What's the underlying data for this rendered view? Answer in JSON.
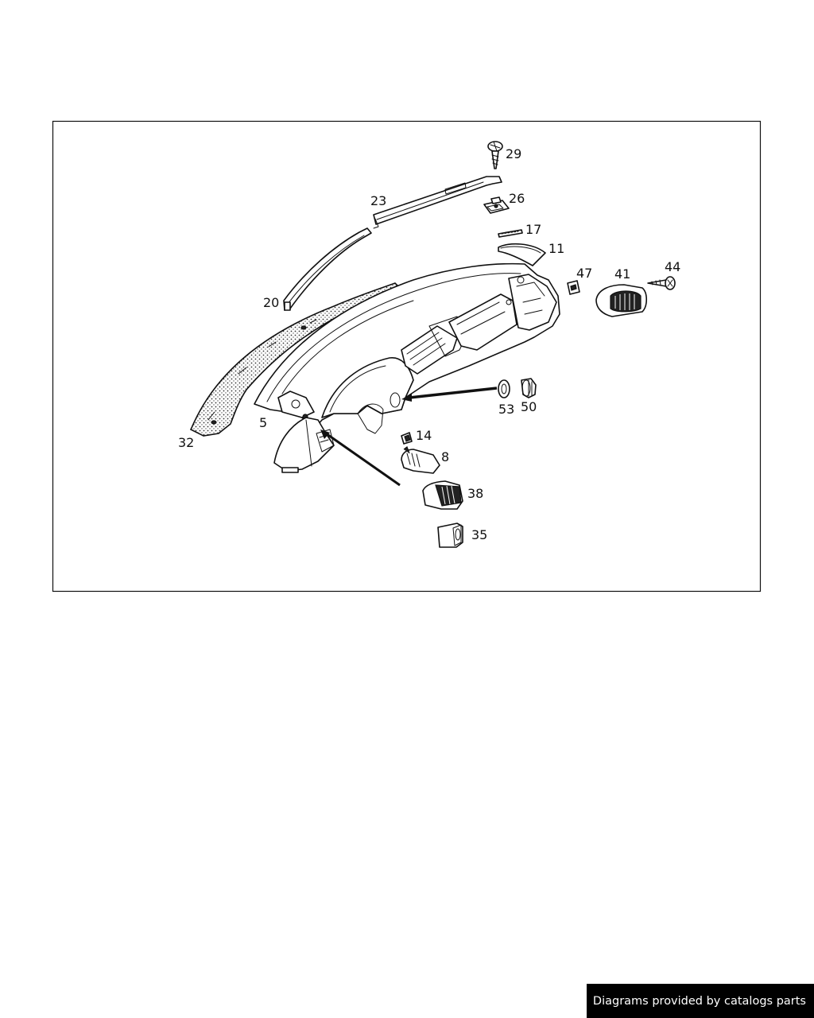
{
  "footer": {
    "credit": "Diagrams provided by catalogs parts"
  },
  "callouts": {
    "p29": "29",
    "p26": "26",
    "p23": "23",
    "p17": "17",
    "p11": "11",
    "p20": "20",
    "p47": "47",
    "p41": "41",
    "p44": "44",
    "p53": "53",
    "p50": "50",
    "p5": "5",
    "p32": "32",
    "p14": "14",
    "p8": "8",
    "p38": "38",
    "p35": "35"
  }
}
